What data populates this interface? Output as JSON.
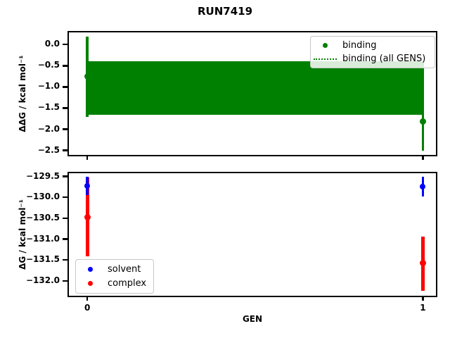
{
  "figure": {
    "title": "RUN7419",
    "background": "#ffffff",
    "axis_color": "#000000"
  },
  "chart_data": [
    {
      "type": "scatter",
      "subplot": "top",
      "ylabel": "ΔΔG / kcal mol⁻¹",
      "xlim": [
        -0.059,
        1.043
      ],
      "ylim": [
        -2.64,
        0.32
      ],
      "grid": false,
      "yticks": [
        {
          "value": 0.0,
          "label": "0.0"
        },
        {
          "value": -0.5,
          "label": "−0.5"
        },
        {
          "value": -1.0,
          "label": "−1.0"
        },
        {
          "value": -1.5,
          "label": "−1.5"
        },
        {
          "value": -2.0,
          "label": "−2.0"
        },
        {
          "value": -2.5,
          "label": "−2.5"
        }
      ],
      "xticks": [
        {
          "value": 0,
          "label": ""
        },
        {
          "value": 1,
          "label": ""
        }
      ],
      "band": {
        "label": "binding (all GENS)",
        "color": "#008000",
        "x_start": 0,
        "x_end": 1,
        "y_low": -1.66,
        "y_high": -0.4
      },
      "series": [
        {
          "name": "binding",
          "color": "#008000",
          "marker": "circle",
          "points": [
            {
              "x": 0,
              "y": -0.76,
              "err_low": -1.71,
              "err_high": 0.18
            },
            {
              "x": 1,
              "y": -1.82,
              "err_low": -2.5,
              "err_high": -1.14
            }
          ]
        }
      ],
      "legend": {
        "position": "upper right",
        "entries": [
          {
            "label": "binding",
            "glyph": "dot",
            "color": "#008000"
          },
          {
            "label": "binding (all GENS)",
            "glyph": "dotted-line",
            "color": "#008000"
          }
        ]
      }
    },
    {
      "type": "scatter",
      "subplot": "bottom",
      "xlabel": "GEN",
      "ylabel": "ΔG / kcal mol⁻¹",
      "xlim": [
        -0.059,
        1.043
      ],
      "ylim": [
        -132.39,
        -129.39
      ],
      "grid": false,
      "yticks": [
        {
          "value": -129.5,
          "label": "−129.5"
        },
        {
          "value": -130.0,
          "label": "−130.0"
        },
        {
          "value": -130.5,
          "label": "−130.5"
        },
        {
          "value": -131.0,
          "label": "−131.0"
        },
        {
          "value": -131.5,
          "label": "−131.5"
        },
        {
          "value": -132.0,
          "label": "−132.0"
        }
      ],
      "xticks": [
        {
          "value": 0,
          "label": "0"
        },
        {
          "value": 1,
          "label": "1"
        }
      ],
      "series": [
        {
          "name": "solvent",
          "color": "#0000ff",
          "marker": "circle",
          "points": [
            {
              "x": 0,
              "y": -129.73,
              "err_low": -129.95,
              "err_high": -129.51
            },
            {
              "x": 1,
              "y": -129.74,
              "err_low": -129.98,
              "err_high": -129.51
            }
          ]
        },
        {
          "name": "complex",
          "color": "#ff0000",
          "marker": "circle",
          "points": [
            {
              "x": 0,
              "y": -130.48,
              "err_low": -131.42,
              "err_high": -129.53
            },
            {
              "x": 1,
              "y": -131.58,
              "err_low": -132.24,
              "err_high": -130.94
            }
          ]
        }
      ],
      "legend": {
        "position": "lower left",
        "entries": [
          {
            "label": "solvent",
            "glyph": "dot",
            "color": "#0000ff"
          },
          {
            "label": "complex",
            "glyph": "dot",
            "color": "#ff0000"
          }
        ]
      }
    }
  ]
}
